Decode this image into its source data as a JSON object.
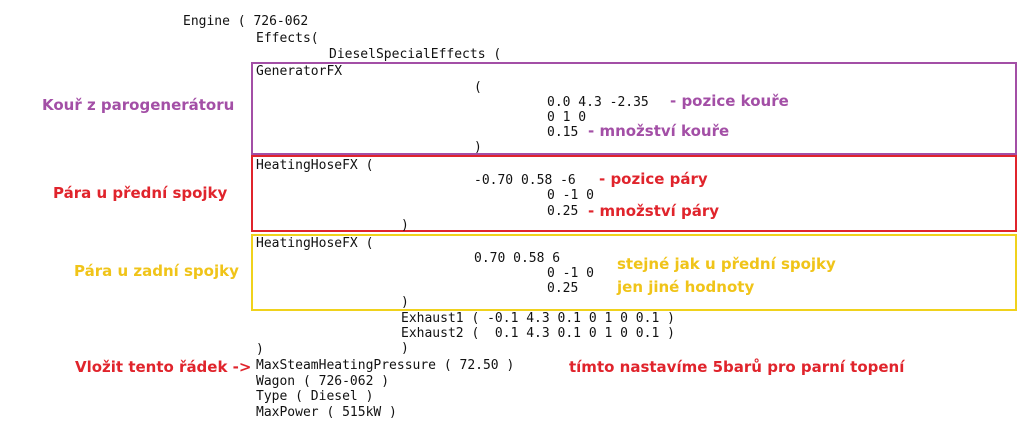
{
  "code_lines": [
    "Engine ( 726-062",
    "Effects(",
    "DieselSpecialEffects (",
    "GeneratorFX",
    "(",
    "0.0 4.3 -2.35",
    "0 1 0",
    "0.15",
    ")",
    "HeatingHoseFX (",
    "-0.70 0.58 -6",
    "0 -1 0",
    "0.25",
    ")",
    "HeatingHoseFX (",
    "0.70 0.58 6",
    "0 -1 0",
    "0.25",
    ")",
    "Exhaust1 ( -0.1 4.3 0.1 0 1 0 0.1 )",
    "Exhaust2 (  0.1 4.3 0.1 0 1 0 0.1 )",
    ")",
    ")",
    "MaxSteamHeatingPressure ( 72.50 )",
    "Wagon ( 726-062 )",
    "Type ( Diesel )",
    "MaxPower ( 515kW )"
  ],
  "left_labels": {
    "generator": "Kouř z parogenerátoru",
    "front_hose": "Pára u přední spojky",
    "rear_hose": "Pára u zadní spojky",
    "insert_line": "Vložit tento řádek ->"
  },
  "inline_notes": {
    "smoke_position": "- pozice kouře",
    "smoke_amount": "- množství kouře",
    "steam_position": "- pozice páry",
    "steam_amount": "- množství páry",
    "rear_note_1": "stejné jak u přední spojky",
    "rear_note_2": "jen jiné hodnoty",
    "pressure_note": "tímto nastavíme 5barů pro parní topení"
  },
  "colors": {
    "purple": "#a34fa6",
    "red": "#e0242c",
    "yellow": "#f0c419"
  }
}
